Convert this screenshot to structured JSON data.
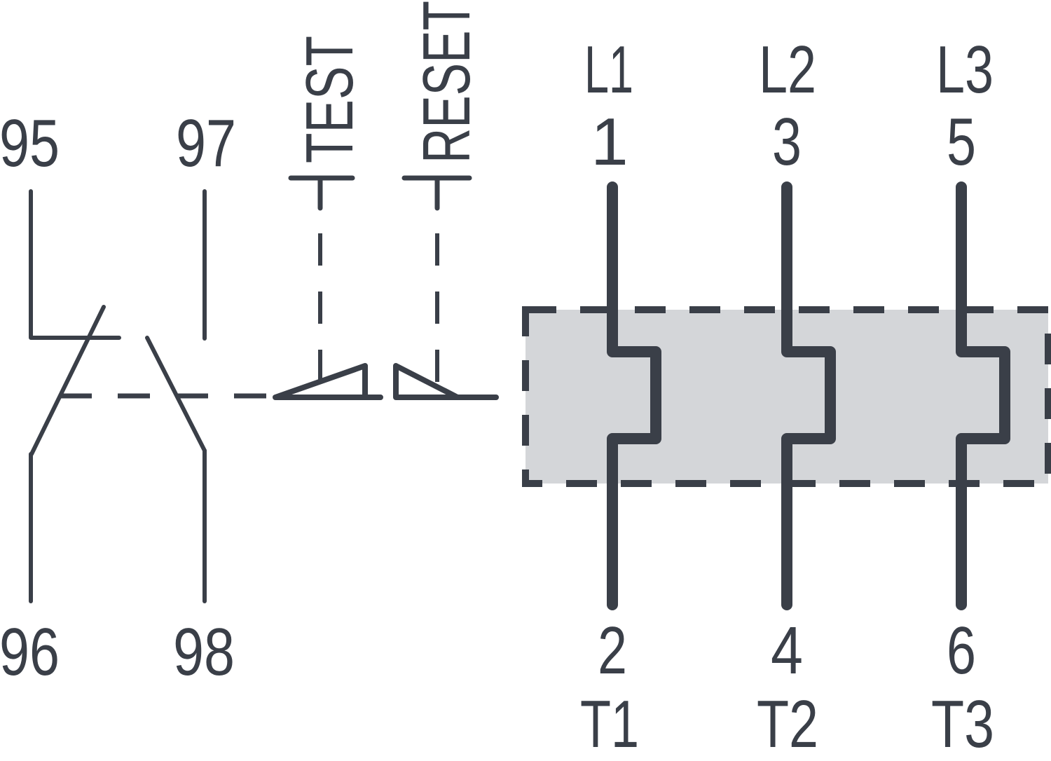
{
  "colors": {
    "stroke": "#3a3f48",
    "heater_fill": "#d4d6d9",
    "background": "#ffffff"
  },
  "aux_contacts": {
    "nc": {
      "top_terminal": "95",
      "bottom_terminal": "96"
    },
    "no": {
      "top_terminal": "97",
      "bottom_terminal": "98"
    }
  },
  "actuators": {
    "test_label": "TEST",
    "reset_label": "RESET"
  },
  "poles": [
    {
      "line_label": "L1",
      "top_terminal": "1",
      "bottom_terminal": "2",
      "load_terminal": "T1"
    },
    {
      "line_label": "L2",
      "top_terminal": "3",
      "bottom_terminal": "4",
      "load_terminal": "T2"
    },
    {
      "line_label": "L3",
      "top_terminal": "5",
      "bottom_terminal": "6",
      "load_terminal": "T3"
    }
  ]
}
